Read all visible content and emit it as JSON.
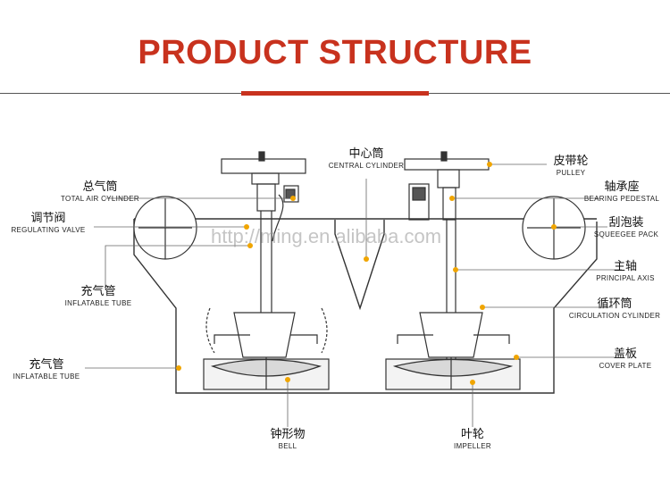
{
  "title": "PRODUCT STRUCTURE",
  "watermark": "http://ming.en.alibaba.com",
  "colors": {
    "accent": "#c8321e",
    "leader_dot": "#f0a500",
    "line": "#333333"
  },
  "labels": {
    "total_air_cylinder": {
      "zh": "总气筒",
      "en": "TOTAL AIR CYLINDER"
    },
    "regulating_valve": {
      "zh": "调节阀",
      "en": "REGULATING VALVE"
    },
    "inflatable_tube_1": {
      "zh": "充气管",
      "en": "INFLATABLE TUBE"
    },
    "inflatable_tube_2": {
      "zh": "充气管",
      "en": "INFLATABLE TUBE"
    },
    "central_cylinder": {
      "zh": "中心筒",
      "en": "CENTRAL CYLINDER"
    },
    "pulley": {
      "zh": "皮带轮",
      "en": "PULLEY"
    },
    "bearing_pedestal": {
      "zh": "轴承座",
      "en": "BEARING PEDESTAL"
    },
    "squeegee_pack": {
      "zh": "刮泡装",
      "en": "SQUEEGEE PACK"
    },
    "principal_axis": {
      "zh": "主轴",
      "en": "PRINCIPAL AXIS"
    },
    "circulation_cylinder": {
      "zh": "循环筒",
      "en": "CIRCULATION CYLINDER"
    },
    "cover_plate": {
      "zh": "盖板",
      "en": "COVER PLATE"
    },
    "bell": {
      "zh": "钟形物",
      "en": "BELL"
    },
    "impeller": {
      "zh": "叶轮",
      "en": "IMPELLER"
    }
  }
}
